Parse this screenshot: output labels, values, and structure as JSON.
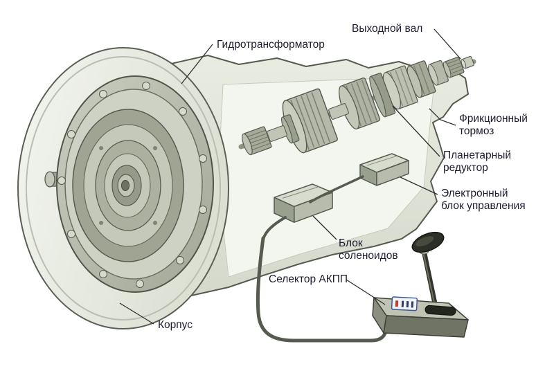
{
  "diagram": {
    "labels": {
      "torque_converter": "Гидротрансформатор",
      "output_shaft": "Выходной вал",
      "friction_brake": [
        "Фрикционный",
        "тормоз"
      ],
      "planetary_gear": [
        "Планетарный",
        "редуктор"
      ],
      "ecu": [
        "Электронный",
        "блок управления"
      ],
      "solenoid_block": [
        "Блок",
        "соленоидов"
      ],
      "selector": "Селектор АКПП",
      "housing": "Корпус"
    },
    "palette": {
      "background": "#ffffff",
      "housing_light": "#eef0e9",
      "metal_mid": "#b4b9a9",
      "metal_dark": "#9aa08e",
      "outline": "#565b50",
      "label_text": "#1c1c30",
      "cable": "#565b50",
      "display_blue": "#3a57a0",
      "display_red": "#c23b2e"
    }
  }
}
